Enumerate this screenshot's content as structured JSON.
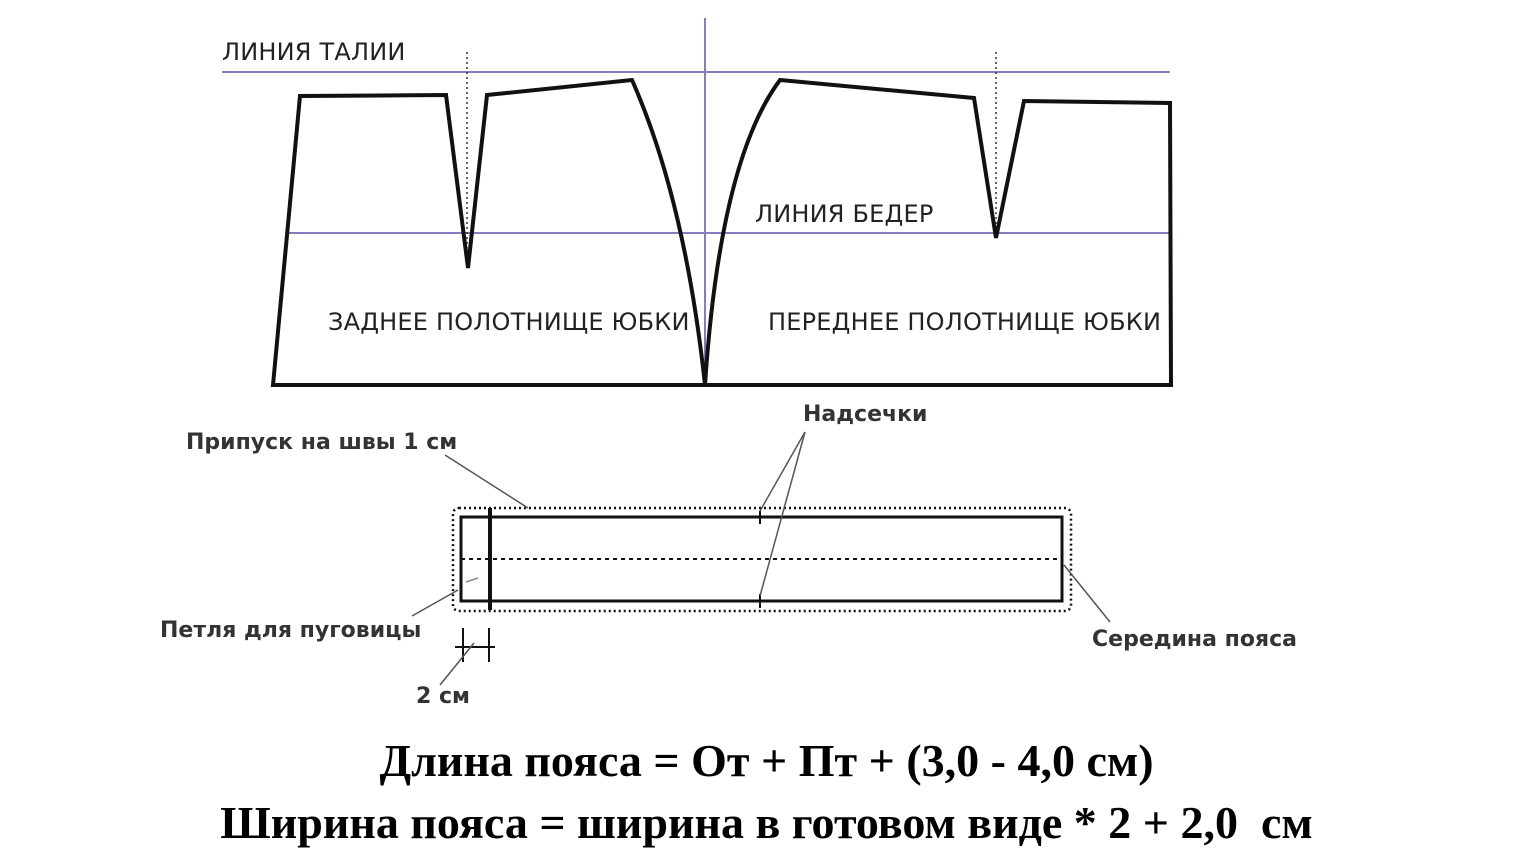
{
  "pattern": {
    "waist_line_label": "ЛИНИЯ ТАЛИИ",
    "hip_line_label": "ЛИНИЯ БЕДЕР",
    "back_panel_label": "ЗАДНЕЕ ПОЛОТНИЩЕ ЮБКИ",
    "front_panel_label": "ПЕРЕДНЕЕ ПОЛОТНИЩЕ ЮБКИ"
  },
  "waistband": {
    "notches_label": "Надсечки",
    "seam_allowance_label": "Припуск на швы 1 см",
    "buttonhole_label": "Петля для пуговицы",
    "center_label": "Середина пояса",
    "two_cm_label": "2 см"
  },
  "formulas": {
    "length": "Длина пояса = От + Пт + (3,0 - 4,0 см)",
    "width": "Ширина пояса = ширина в готовом виде * 2 + 2,0  см"
  },
  "colors": {
    "guide_line": "#8a7bbf",
    "outline": "#111111"
  }
}
